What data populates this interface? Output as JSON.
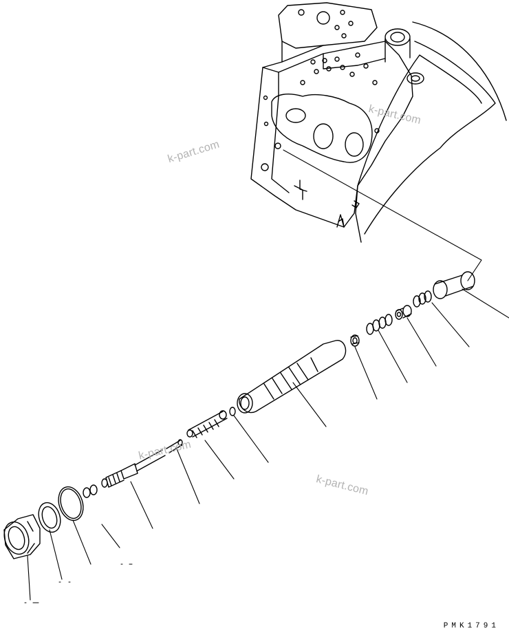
{
  "drawing": {
    "code": "PMK1791",
    "stroke_color": "#000000",
    "background": "#ffffff"
  },
  "watermarks": [
    "k-part.com",
    "k-part.com",
    "k-part.com",
    "k-part.com"
  ],
  "watermark_color": "#b3b3b3",
  "parts": [
    {
      "name": "sleeve-nut"
    },
    {
      "name": "washer"
    },
    {
      "name": "o-ring-large"
    },
    {
      "name": "spring-and-rings"
    },
    {
      "name": "shaft"
    },
    {
      "name": "pin"
    },
    {
      "name": "threaded-stem"
    },
    {
      "name": "o-ring-small"
    },
    {
      "name": "spool"
    },
    {
      "name": "cap"
    },
    {
      "name": "spring"
    },
    {
      "name": "valve-seat"
    },
    {
      "name": "rings"
    },
    {
      "name": "cylinder-sleeve"
    }
  ]
}
